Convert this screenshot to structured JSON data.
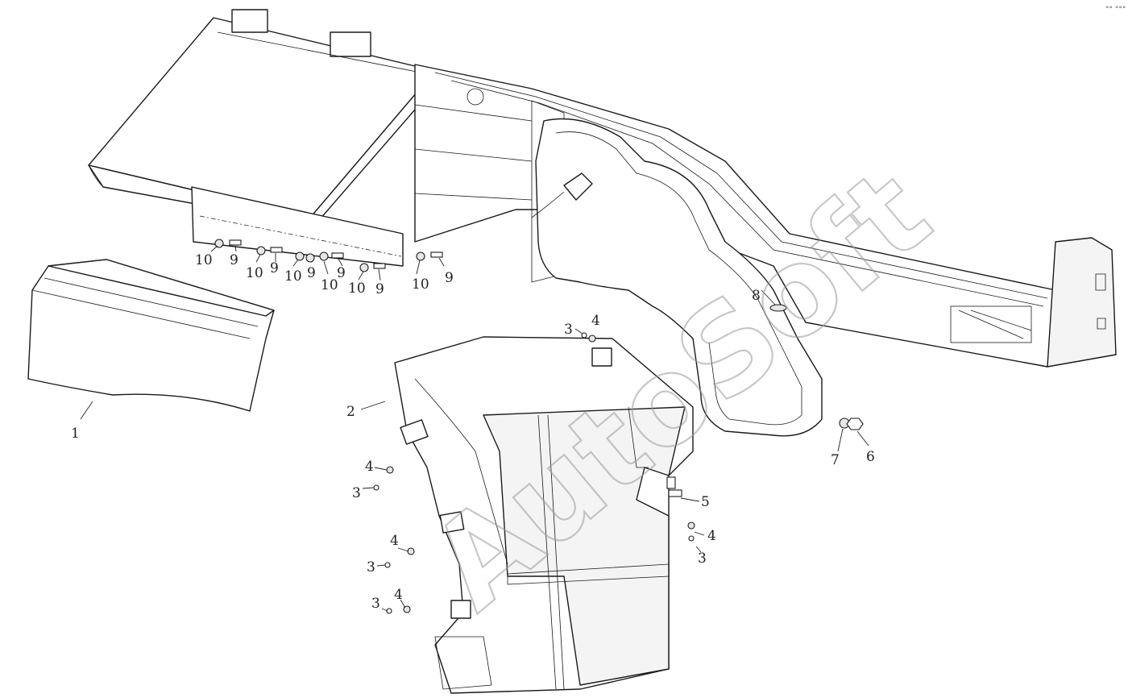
{
  "diagram": {
    "callouts": {
      "part_1": "1",
      "part_2": "2",
      "part_3": "3",
      "part_4": "4",
      "part_5": "5",
      "part_6": "6",
      "part_7": "7",
      "part_8": "8",
      "part_9": "9",
      "part_10": "10"
    },
    "watermark": "AutoSoft",
    "corner_mark": "°° °°°"
  }
}
